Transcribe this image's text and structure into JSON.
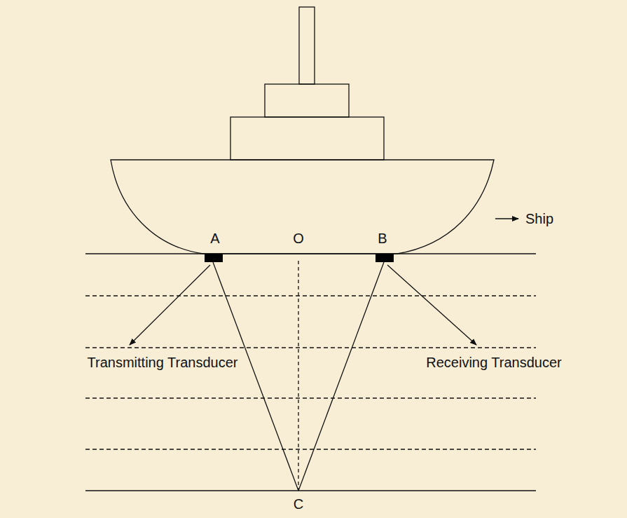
{
  "diagram": {
    "labels": [
      "A",
      "O",
      "B",
      "Ship",
      "Transmitting Transducer",
      "Receiving Transducer",
      "C"
    ]
  }
}
